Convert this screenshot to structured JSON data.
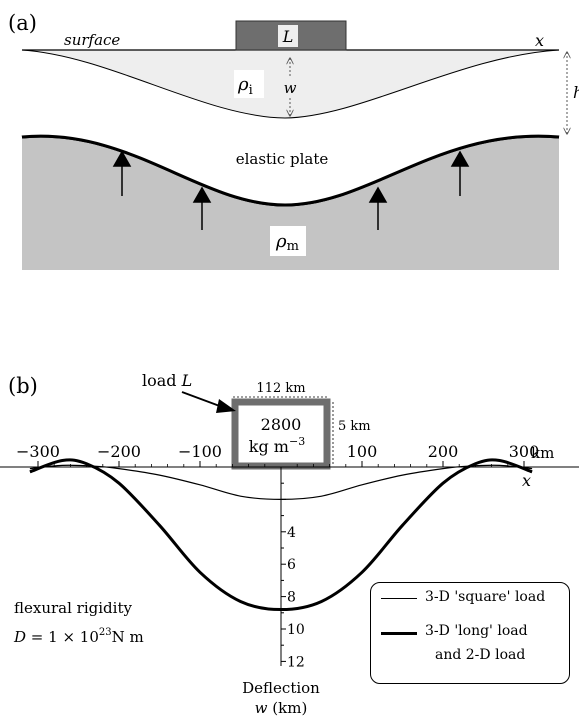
{
  "panel_a": {
    "label": "(a)",
    "surface_label": "surface",
    "x_label": "x",
    "load_label": "L",
    "ice_density": "ρ",
    "ice_density_sub": "i",
    "deflection_label": "w",
    "thickness_label": "h",
    "plate_label": "elastic plate",
    "mantle_density": "ρ",
    "mantle_density_sub": "m"
  },
  "panel_b": {
    "label": "(b)",
    "load_callout": "load",
    "load_callout_sym": "L",
    "load_width": "112 km",
    "load_height": "5 km",
    "load_density_value": "2800",
    "load_density_unit": "kg m",
    "load_density_exp": "−3",
    "x_axis_unit": "km",
    "x_axis_label": "x",
    "x_ticks": [
      "−300",
      "−200",
      "−100",
      "100",
      "200",
      "300"
    ],
    "y_ticks": [
      "4",
      "6",
      "8",
      "10",
      "12"
    ],
    "y_axis_title_line1": "Deflection",
    "y_axis_title_line2_sym": "w",
    "y_axis_title_line2_unit": "(km)",
    "rigidity_label": "flexural rigidity",
    "rigidity_eq_sym": "D",
    "rigidity_eq_value": " = 1 × 10",
    "rigidity_eq_exp": "23",
    "rigidity_eq_unit": "N m"
  },
  "legend": {
    "items": [
      {
        "label": "3-D 'square' load",
        "line_weight": "thin"
      },
      {
        "label": "3-D 'long' load",
        "label2": "and 2-D load",
        "line_weight": "thick"
      }
    ]
  },
  "colors": {
    "ice": "#eeeeee",
    "mantle": "#c4c4c4",
    "load_border": "#777777",
    "load_dark": "#6e6e6e"
  },
  "chart_data": {
    "type": "line",
    "xlabel": "x",
    "x_unit": "km",
    "ylabel": "Deflection w (km)",
    "xlim": [
      -310,
      310
    ],
    "ylim": [
      0,
      12
    ],
    "series": [
      {
        "name": "3-D 'square' load",
        "x": [
          -310,
          -270,
          -230,
          -200,
          -150,
          -100,
          -50,
          0,
          50,
          100,
          150,
          200,
          230,
          270,
          310
        ],
        "y": [
          0.1,
          -0.1,
          -0.05,
          0.1,
          0.5,
          1.1,
          1.8,
          2.0,
          1.8,
          1.1,
          0.5,
          0.1,
          -0.05,
          -0.1,
          0.1
        ]
      },
      {
        "name": "3-D 'long' load and 2-D load",
        "x": [
          -310,
          -270,
          -240,
          -200,
          -150,
          -100,
          -50,
          0,
          50,
          100,
          150,
          200,
          240,
          270,
          310
        ],
        "y": [
          0.3,
          -0.4,
          -0.2,
          1.0,
          3.6,
          6.5,
          8.3,
          8.8,
          8.3,
          6.5,
          3.6,
          1.0,
          -0.2,
          -0.4,
          0.3
        ]
      }
    ]
  }
}
